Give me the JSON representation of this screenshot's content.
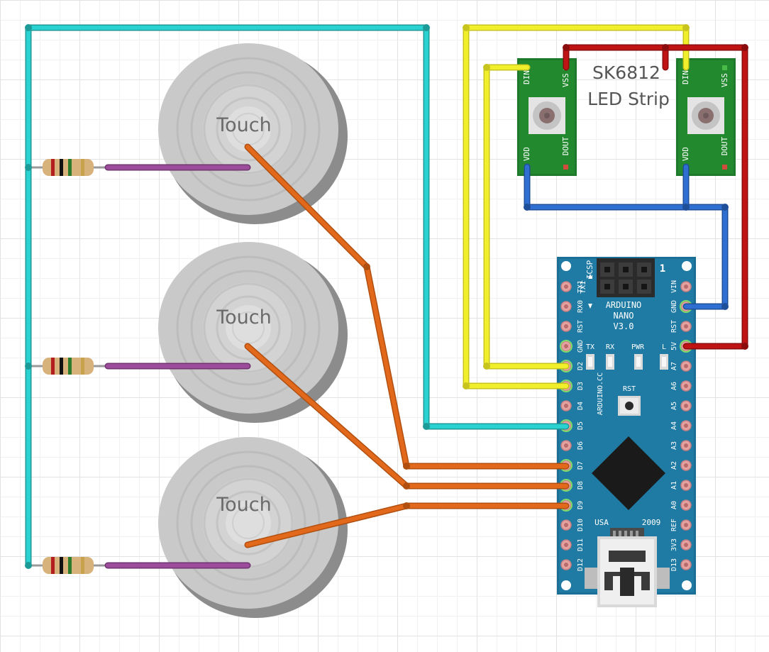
{
  "touch_sensors": [
    {
      "label": "Touch"
    },
    {
      "label": "Touch"
    },
    {
      "label": "Touch"
    }
  ],
  "led_strip": {
    "title_line1": "SK6812",
    "title_line2": "LED Strip",
    "pixel_pins": {
      "din": "DIN",
      "vss": "VSS",
      "vdd": "VDD",
      "dout": "DOUT"
    }
  },
  "arduino": {
    "name_line1": "ARDUINO",
    "name_line2": "NANO",
    "name_line3": "V3.0",
    "site": "ARDUINO.CC",
    "icsp": "ICSP",
    "icsp_pin1": "1",
    "tx_indicator": "TX1",
    "rx_indicator": "RX0",
    "led_labels": [
      "TX",
      "RX",
      "PWR",
      "L"
    ],
    "reset_label": "RST",
    "made_in": "USA",
    "year": "2009",
    "left_pins": [
      "TX1",
      "RX0",
      "RST",
      "GND",
      "D2",
      "D3",
      "D4",
      "D5",
      "D6",
      "D7",
      "D8",
      "D9",
      "D10",
      "D11",
      "D12"
    ],
    "right_pins": [
      "VIN",
      "GND",
      "RST",
      "5V",
      "A7",
      "A6",
      "A5",
      "A4",
      "A3",
      "A2",
      "A1",
      "A0",
      "REF",
      "3V3",
      "D13"
    ]
  },
  "wire_colors": {
    "signal_shared": "#29d2d0",
    "data": "#f1ee2c",
    "power_5v": "#c01414",
    "ground": "#2e6fd1",
    "sensor_send": "#9c4c9a",
    "sensor_receive": "#e2691b"
  }
}
